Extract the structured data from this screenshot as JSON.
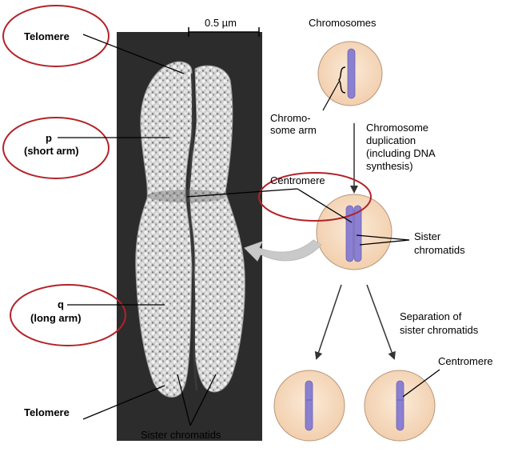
{
  "labels": {
    "telomere_top": "Telomere",
    "p_letter": "p",
    "p_desc": "(short arm)",
    "q_letter": "q",
    "q_desc": "(long arm)",
    "telomere_bottom": "Telomere",
    "sister_chromatids_bottom": "Sister chromatids",
    "scale_bar": "0.5 µm",
    "chromosomes": "Chromosomes",
    "chromosome_arm_1": "Chromo-",
    "chromosome_arm_2": "some arm",
    "duplication_1": "Chromosome",
    "duplication_2": "duplication",
    "duplication_3": "(including DNA",
    "duplication_4": "synthesis)",
    "centromere_top": "Centromere",
    "sister_chromatids_right_1": "Sister",
    "sister_chromatids_right_2": "chromatids",
    "separation_1": "Separation of",
    "separation_2": "sister chromatids",
    "centromere_bottom": "Centromere"
  },
  "colors": {
    "highlight_ellipse": "#b2232a",
    "cell_fill": "#f6dcc2",
    "cell_stroke": "#b8957a",
    "chromosome": "#8a7fd0",
    "micrograph_bg": "#2a2a2a",
    "micrograph_body": "#d4d4d4"
  }
}
